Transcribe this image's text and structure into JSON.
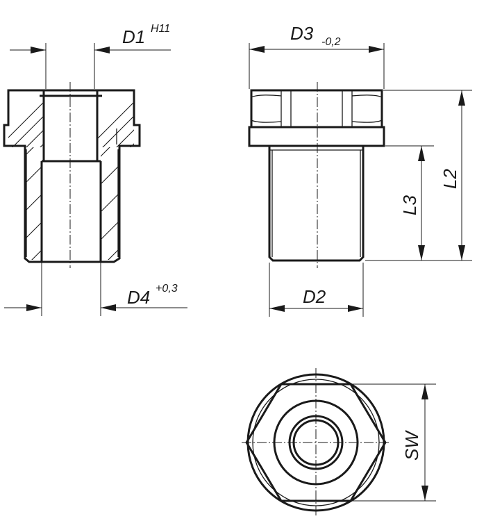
{
  "labels": {
    "d1": {
      "main": "D1",
      "tol": "H11"
    },
    "d3": {
      "main": "D3",
      "tol": "-0,2"
    },
    "d4": {
      "main": "D4",
      "tol": "+0,3"
    },
    "d2": {
      "main": "D2"
    },
    "l2": {
      "main": "L2"
    },
    "l3": {
      "main": "L3"
    },
    "sw": {
      "main": "SW"
    }
  },
  "colors": {
    "line": "#1a1a1a",
    "background": "#ffffff"
  }
}
